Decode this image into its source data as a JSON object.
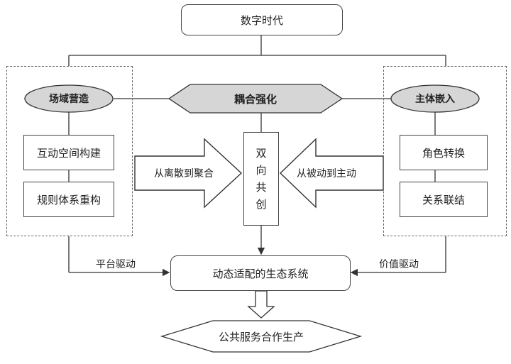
{
  "top": {
    "title": "数字时代"
  },
  "left_panel": {
    "header": "场域营造",
    "items": [
      "互动空间构建",
      "规则体系重构"
    ]
  },
  "center": {
    "coupling": "耦合强化",
    "co_creation": [
      "双",
      "向",
      "共",
      "创"
    ]
  },
  "right_panel": {
    "header": "主体嵌入",
    "items": [
      "角色转换",
      "关系联结"
    ]
  },
  "arrows": {
    "left": "从离散到聚合",
    "right": "从被动到主动"
  },
  "drivers": {
    "left": "平台驱动",
    "right": "价值驱动"
  },
  "system": {
    "label": "动态适配的生态系统"
  },
  "output": {
    "label": "公共服务合作生产"
  }
}
